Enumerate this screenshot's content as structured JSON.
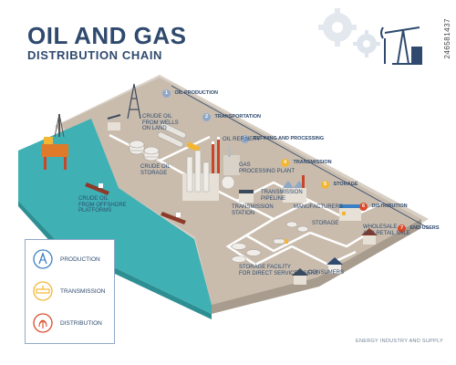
{
  "header": {
    "title": "OIL AND GAS",
    "subtitle": "DISTRIBUTION CHAIN"
  },
  "steps": [
    {
      "number": "1",
      "label": "OIL PRODUCTION"
    },
    {
      "number": "2",
      "label": "TRANSPORTATION"
    },
    {
      "number": "3",
      "label": "REFINING AND PROCESSING"
    },
    {
      "number": "4",
      "label": "TRANSMISSION"
    },
    {
      "number": "5",
      "label": "STORAGE"
    },
    {
      "number": "6",
      "label": "DISTRIBUTION"
    },
    {
      "number": "7",
      "label": "END USERS"
    }
  ],
  "map_labels": {
    "crude_oil_from_wells": "CRUDE OIL\nFROM WELLS\nON LAND",
    "crude_oil_storage": "CRUDE OIL\nSTORAGE",
    "crude_oil_offshore": "CRUDE OIL\nFROM OFFSHORE\nPLATFORMS",
    "oil_refinery": "OIL REFINERY",
    "gas_processing_plant": "GAS\nPROCESSING PLANT",
    "transmission_pipeline": "TRANSMISSION\nPIPELINE",
    "transmission_station": "TRANSMISSION\nSTATION",
    "manufacturers": "MANUFACTURERS",
    "storage": "STORAGE",
    "wholesale_retail": "WHOLESALE\nAND RETAIL SALE",
    "storage_facility": "STORAGE FACILITY\nFOR DIRECT SERVICE USERS",
    "consumers": "CONSUMERS"
  },
  "legend": {
    "items": [
      {
        "label": "PRODUCTION",
        "color": "#3b7fc4",
        "icon": "oil-derrick-icon"
      },
      {
        "label": "TRANSMISSION",
        "color": "#f2b632",
        "icon": "pipeline-icon"
      },
      {
        "label": "DISTRIBUTION",
        "color": "#d94a2b",
        "icon": "distribution-arrows-icon"
      }
    ]
  },
  "footer": "ENERGY INDUSTRY AND SUPPLY",
  "watermark": "246581437",
  "colors": {
    "navy": "#2f4a6e",
    "sea": "#3fb1b5",
    "ground": "#c9bcad",
    "platform": "#e6e0d6",
    "pipe": "#ffffff"
  }
}
